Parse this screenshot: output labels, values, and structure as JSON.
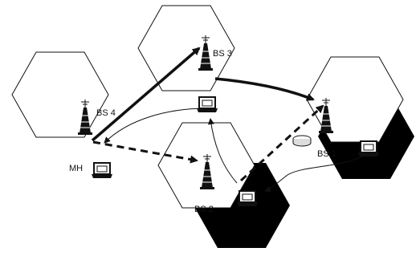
{
  "stations": {
    "bs1": "BS 1",
    "bs2": "BS 2",
    "bs3": "BS 3",
    "bs4": "BS 4"
  },
  "mobile_host": "MH",
  "colors": {
    "cell_fill": "#ffffff",
    "cell_stroke": "#111111",
    "shadow": "#000000",
    "link": "#111111"
  },
  "icons": [
    "antenna-tower-icon",
    "laptop-icon",
    "router-icon"
  ]
}
